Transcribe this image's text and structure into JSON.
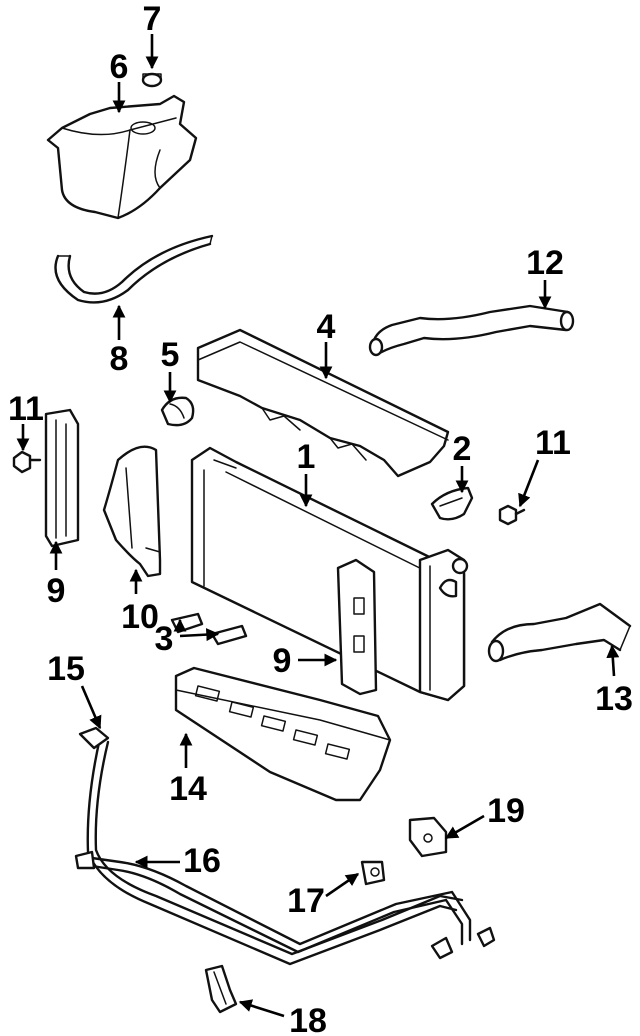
{
  "callouts": {
    "c1": "1",
    "c2": "2",
    "c3": "3",
    "c4": "4",
    "c5": "5",
    "c6": "6",
    "c7": "7",
    "c8": "8",
    "c9a": "9",
    "c9b": "9",
    "c10": "10",
    "c11a": "11",
    "c11b": "11",
    "c12": "12",
    "c13": "13",
    "c14": "14",
    "c15": "15",
    "c16": "16",
    "c17": "17",
    "c18": "18",
    "c19": "19"
  }
}
